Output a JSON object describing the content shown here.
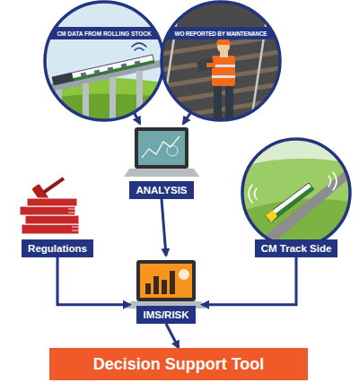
{
  "diagram": {
    "nodes": [
      {
        "text": [
          "CM DATA FROM ROLLING STOCK"
        ]
      },
      {
        "text": [
          "WO REPORTED BY MAINTENANCE"
        ]
      },
      {
        "text": [
          "ANALYSIS"
        ]
      },
      {
        "text": [
          "Regulations"
        ]
      },
      {
        "text": [
          "CM Track Side"
        ]
      },
      {
        "text": [
          "IMS/RISK"
        ]
      },
      {
        "text": [
          "Decision Support Tool"
        ]
      }
    ],
    "edges": [
      {
        "from": 0,
        "to": 2,
        "arrow": "to"
      },
      {
        "from": 1,
        "to": 2,
        "arrow": "to"
      },
      {
        "from": 2,
        "to": 5,
        "arrow": "to"
      },
      {
        "from": 3,
        "to": 5,
        "arrow": "to"
      },
      {
        "from": 4,
        "to": 5,
        "arrow": "to"
      },
      {
        "from": 5,
        "to": 6,
        "arrow": "to"
      }
    ]
  }
}
